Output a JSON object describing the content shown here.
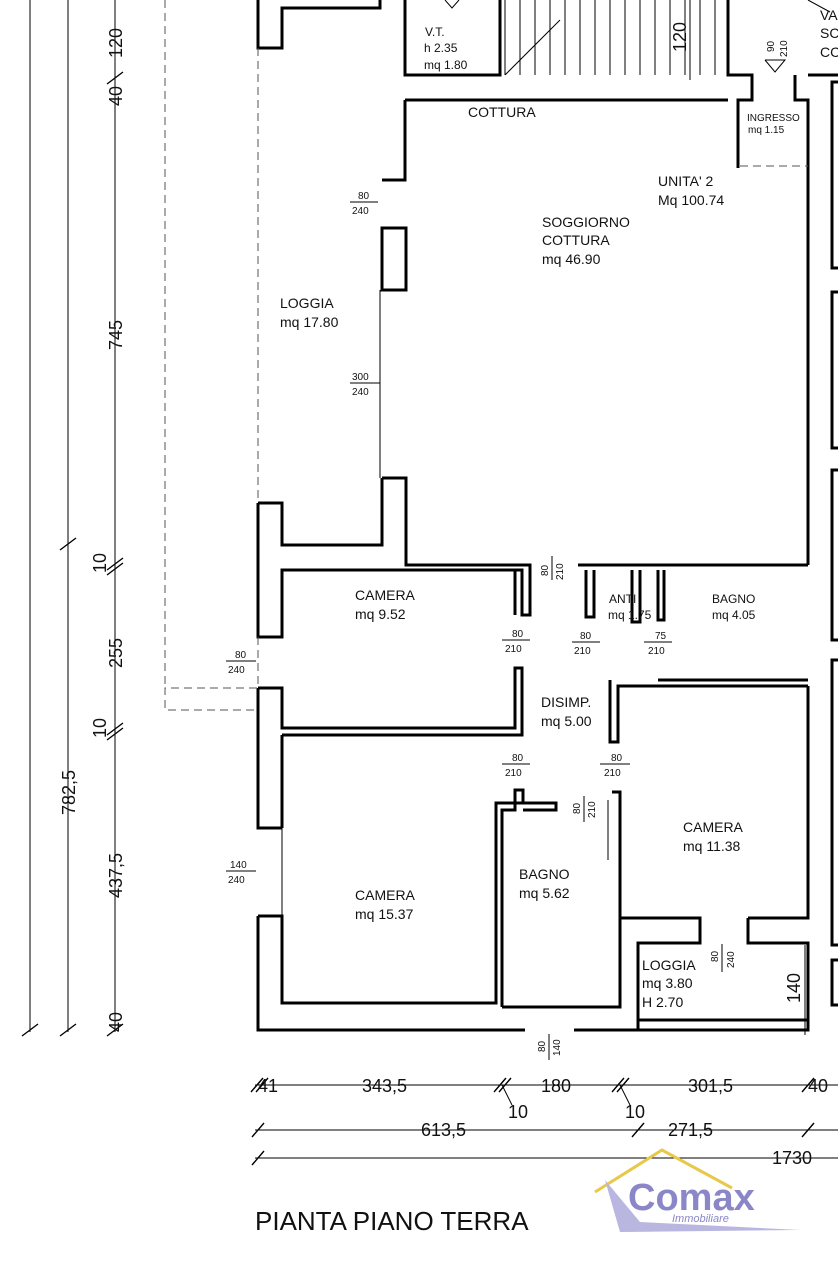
{
  "title": "PIANTA PIANO TERRA",
  "logo": {
    "name": "Comax",
    "subtitle": "Immobiliare",
    "color": "#8a86c8",
    "accent": "#e8c84a"
  },
  "rooms": {
    "vt": {
      "name": "V.T.",
      "h": "h 2.35",
      "area": "mq 1.80"
    },
    "va": {
      "l1": "VA",
      "l2": "SC",
      "l3": "CC"
    },
    "cottura_label": "COTTURA",
    "ingresso": {
      "name": "INGRESSO",
      "area": "mq 1.15"
    },
    "unit": {
      "name": "UNITA' 2",
      "area": "Mq 100.74"
    },
    "soggiorno": {
      "l1": "SOGGIORNO",
      "l2": "COTTURA",
      "area": "mq 46.90"
    },
    "loggia_big": {
      "name": "LOGGIA",
      "area": "mq 17.80"
    },
    "camera_1": {
      "name": "CAMERA",
      "area": "mq 9.52"
    },
    "anti": {
      "name": "ANTI",
      "area": "mq 1.75"
    },
    "bagno_1": {
      "name": "BAGNO",
      "area": "mq 4.05"
    },
    "disimp": {
      "name": "DISIMP.",
      "area": "mq 5.00"
    },
    "camera_2": {
      "name": "CAMERA",
      "area": "mq 11.38"
    },
    "camera_3": {
      "name": "CAMERA",
      "area": "mq 15.37"
    },
    "bagno_2": {
      "name": "BAGNO",
      "area": "mq 5.62"
    },
    "loggia_small": {
      "name": "LOGGIA",
      "area": "mq 3.80",
      "h": "H 2.70"
    }
  },
  "openings": {
    "stair_120": "120",
    "ingresso_90": "90",
    "ingresso_210": "210",
    "win_soggiorno_1": {
      "w": "80",
      "h": "240"
    },
    "win_soggiorno_2": {
      "w": "300",
      "h": "240"
    },
    "door_soggiorno": {
      "w": "80",
      "h": "210"
    },
    "door_camera1": {
      "w": "80",
      "h": "210"
    },
    "door_anti": {
      "w": "80",
      "h": "210"
    },
    "door_bagno1": {
      "w": "75",
      "h": "210"
    },
    "win_camera1": {
      "w": "80",
      "h": "240"
    },
    "door_camera3": {
      "w": "80",
      "h": "210"
    },
    "door_camera2": {
      "w": "80",
      "h": "210"
    },
    "door_bagno2": {
      "w": "80",
      "h": "210"
    },
    "win_camera3": {
      "w": "140",
      "h": "240"
    },
    "door_loggia_small": {
      "w": "80",
      "h": "240"
    },
    "win_bagno2": {
      "w": "80",
      "h": "140"
    },
    "loggia_small_140": "140"
  },
  "dimensions": {
    "vertical_inner": [
      "120",
      "40",
      "745",
      "10",
      "255",
      "10",
      "437,5",
      "40"
    ],
    "vertical_mid": "782,5",
    "horizontal_row1": [
      "41",
      "343,5",
      "180",
      "301,5",
      "40"
    ],
    "horizontal_gaps": [
      "10",
      "10"
    ],
    "horizontal_row2": [
      "613,5",
      "271,5"
    ],
    "horizontal_total": "1730"
  }
}
